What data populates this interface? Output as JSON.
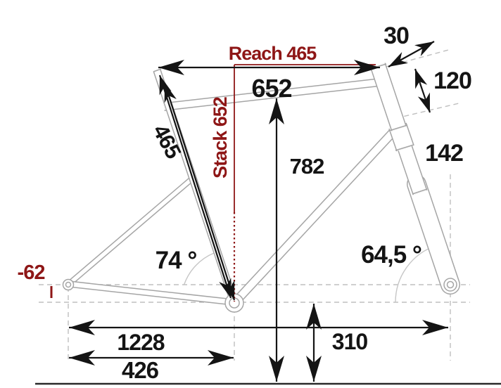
{
  "diagram": {
    "title": "bike-frame-geometry-diagram",
    "labels": {
      "reach": "Reach 465",
      "stack": "Stack 652",
      "top_tube": "652",
      "stem_offset": "30",
      "head_tube": "120",
      "fork_ref": "142",
      "standover": "782",
      "seat_tube": "465",
      "seat_tube_angle": "74 °",
      "head_tube_angle": "64,5 °",
      "bb_drop": "-62",
      "wheelbase": "1228",
      "chainstay": "426",
      "bb_height": "310"
    },
    "colors": {
      "accent_red": "#8e1616",
      "measure_black": "#141414",
      "frame_gray": "#a5a5a5",
      "dash_gray": "#bfbfbf",
      "background": "#ffffff"
    }
  }
}
